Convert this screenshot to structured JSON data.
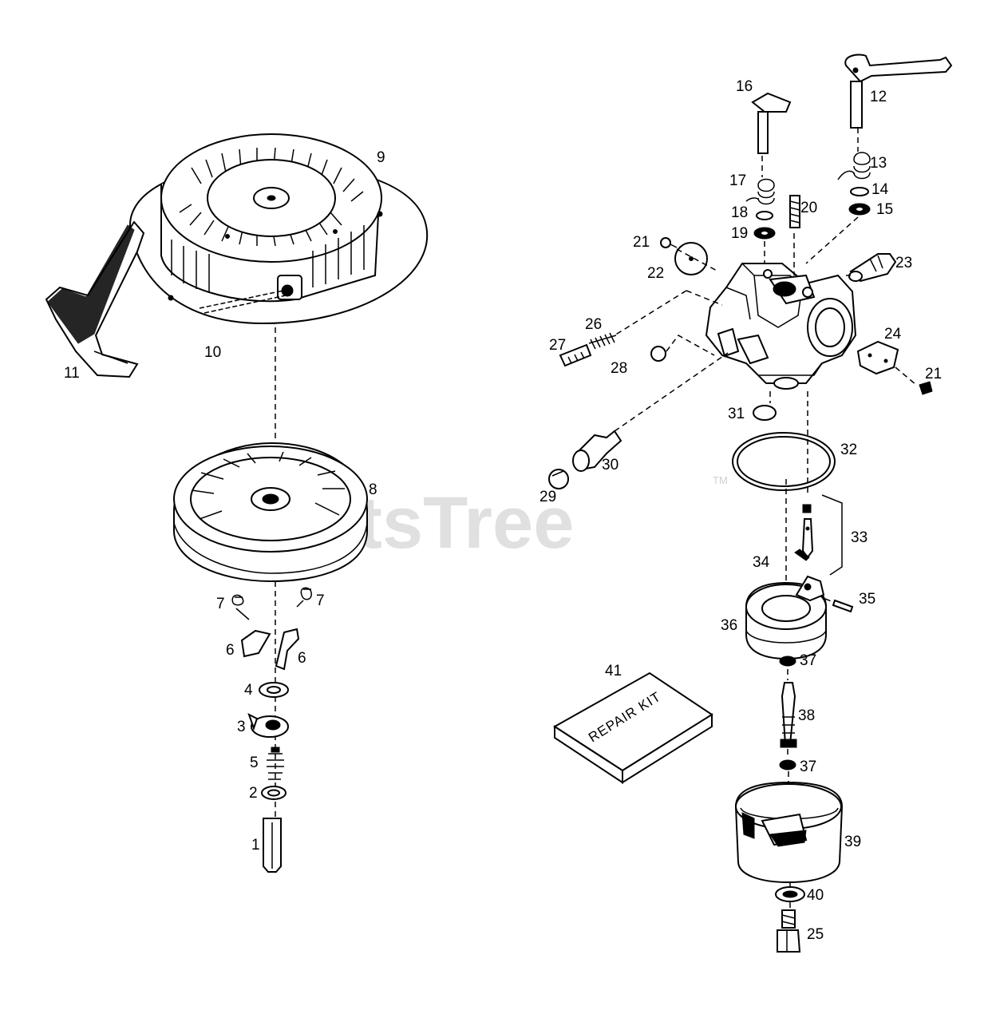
{
  "watermark": {
    "text": "PartsTree",
    "trademark": "TM"
  },
  "repair_kit": {
    "label": "REPAIR KIT"
  },
  "callouts": [
    {
      "id": "c9",
      "text": "9"
    },
    {
      "id": "c10",
      "text": "10"
    },
    {
      "id": "c11",
      "text": "11"
    },
    {
      "id": "c8",
      "text": "8"
    },
    {
      "id": "c7a",
      "text": "7"
    },
    {
      "id": "c7b",
      "text": "7"
    },
    {
      "id": "c6a",
      "text": "6"
    },
    {
      "id": "c6b",
      "text": "6"
    },
    {
      "id": "c4",
      "text": "4"
    },
    {
      "id": "c3",
      "text": "3"
    },
    {
      "id": "c5",
      "text": "5"
    },
    {
      "id": "c2",
      "text": "2"
    },
    {
      "id": "c1",
      "text": "1"
    },
    {
      "id": "c16",
      "text": "16"
    },
    {
      "id": "c12",
      "text": "12"
    },
    {
      "id": "c13",
      "text": "13"
    },
    {
      "id": "c17",
      "text": "17"
    },
    {
      "id": "c20",
      "text": "20"
    },
    {
      "id": "c14",
      "text": "14"
    },
    {
      "id": "c18",
      "text": "18"
    },
    {
      "id": "c15",
      "text": "15"
    },
    {
      "id": "c19",
      "text": "19"
    },
    {
      "id": "c21a",
      "text": "21"
    },
    {
      "id": "c23",
      "text": "23"
    },
    {
      "id": "c22",
      "text": "22"
    },
    {
      "id": "c26",
      "text": "26"
    },
    {
      "id": "c24",
      "text": "24"
    },
    {
      "id": "c27",
      "text": "27"
    },
    {
      "id": "c28",
      "text": "28"
    },
    {
      "id": "c21b",
      "text": "21"
    },
    {
      "id": "c31",
      "text": "31"
    },
    {
      "id": "c32",
      "text": "32"
    },
    {
      "id": "c30",
      "text": "30"
    },
    {
      "id": "c29",
      "text": "29"
    },
    {
      "id": "c33",
      "text": "33"
    },
    {
      "id": "c34",
      "text": "34"
    },
    {
      "id": "c35",
      "text": "35"
    },
    {
      "id": "c36",
      "text": "36"
    },
    {
      "id": "c37a",
      "text": "37"
    },
    {
      "id": "c41",
      "text": "41"
    },
    {
      "id": "c38",
      "text": "38"
    },
    {
      "id": "c37b",
      "text": "37"
    },
    {
      "id": "c39",
      "text": "39"
    },
    {
      "id": "c40",
      "text": "40"
    },
    {
      "id": "c25",
      "text": "25"
    }
  ]
}
